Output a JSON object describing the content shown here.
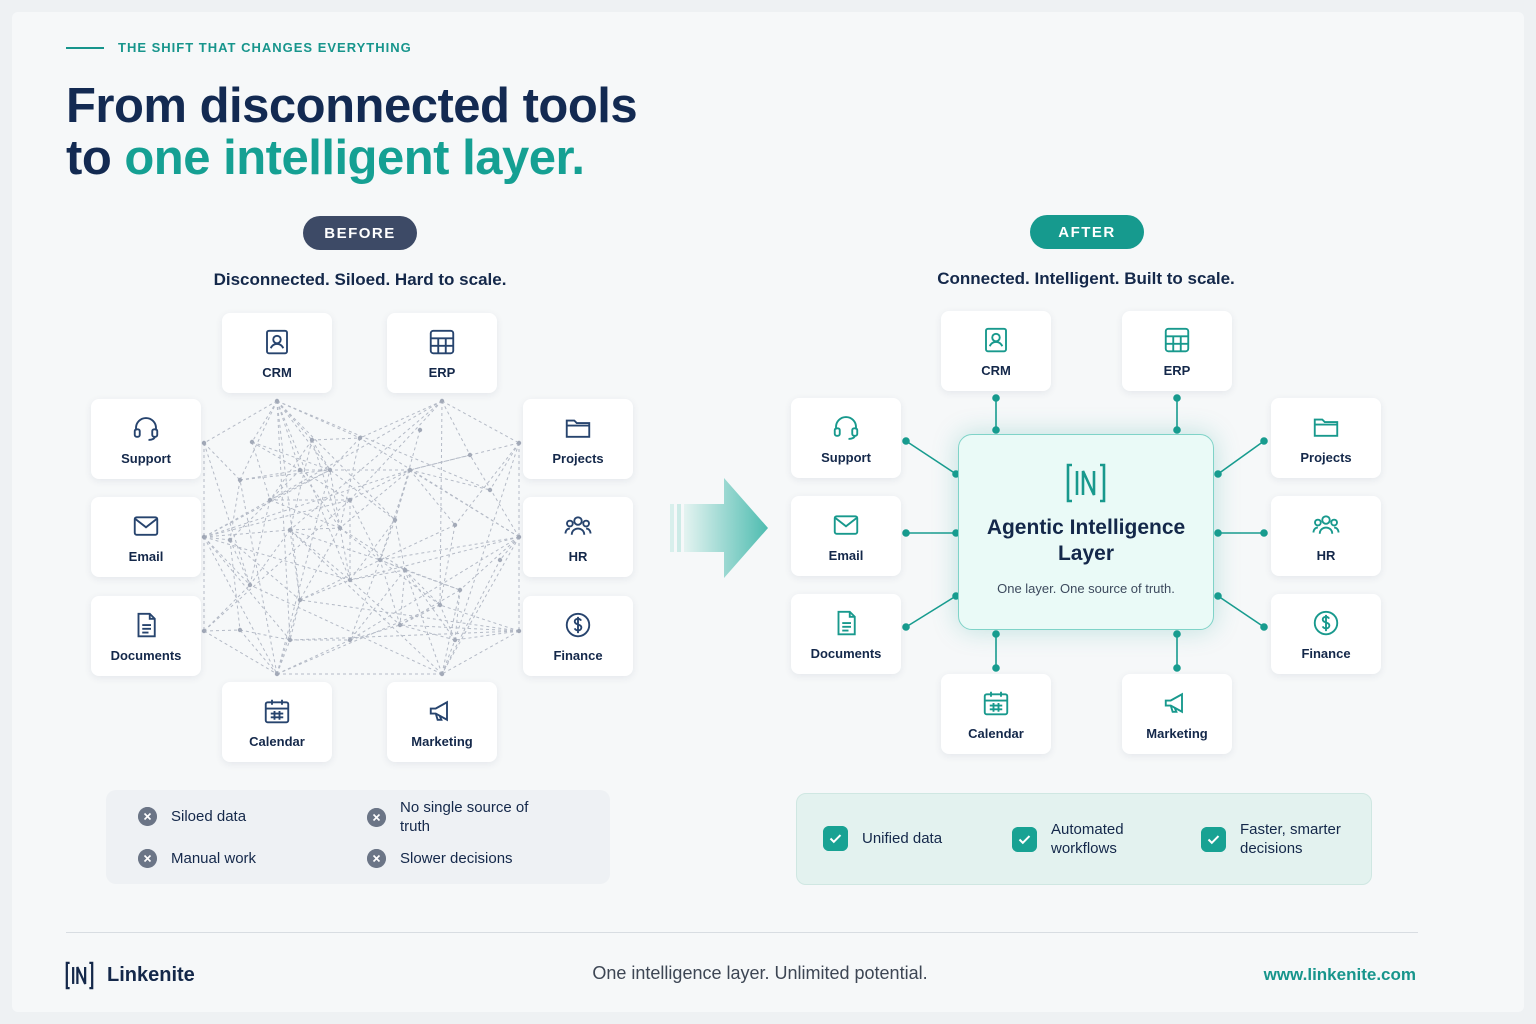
{
  "eyebrow": "THE SHIFT THAT CHANGES EVERYTHING",
  "headline": {
    "line1": "From disconnected tools",
    "line2_prefix": "to ",
    "line2_accent": "one intelligent layer."
  },
  "before": {
    "pill": "BEFORE",
    "subtitle": "Disconnected. Siloed. Hard to scale.",
    "tools": {
      "crm": "CRM",
      "erp": "ERP",
      "support": "Support",
      "projects": "Projects",
      "email": "Email",
      "hr": "HR",
      "documents": "Documents",
      "finance": "Finance",
      "calendar": "Calendar",
      "marketing": "Marketing"
    },
    "problems": [
      "Siloed data",
      "No single source of truth",
      "Manual work",
      "Slower decisions"
    ]
  },
  "after": {
    "pill": "AFTER",
    "subtitle": "Connected. Intelligent. Built to scale.",
    "tools": {
      "crm": "CRM",
      "erp": "ERP",
      "support": "Support",
      "projects": "Projects",
      "email": "Email",
      "hr": "HR",
      "documents": "Documents",
      "finance": "Finance",
      "calendar": "Calendar",
      "marketing": "Marketing"
    },
    "core": {
      "title": "Agentic Intelligence Layer",
      "caption": "One layer. One source of truth."
    },
    "benefits": [
      "Unified data",
      "Automated workflows",
      "Faster, smarter decisions"
    ]
  },
  "footer": {
    "brand": "Linkenite",
    "tagline": "One intelligence layer. Unlimited potential.",
    "url": "www.linkenite.com"
  },
  "colors": {
    "navy": "#14284a",
    "teal": "#17958c",
    "slate": "#3d4a66"
  }
}
